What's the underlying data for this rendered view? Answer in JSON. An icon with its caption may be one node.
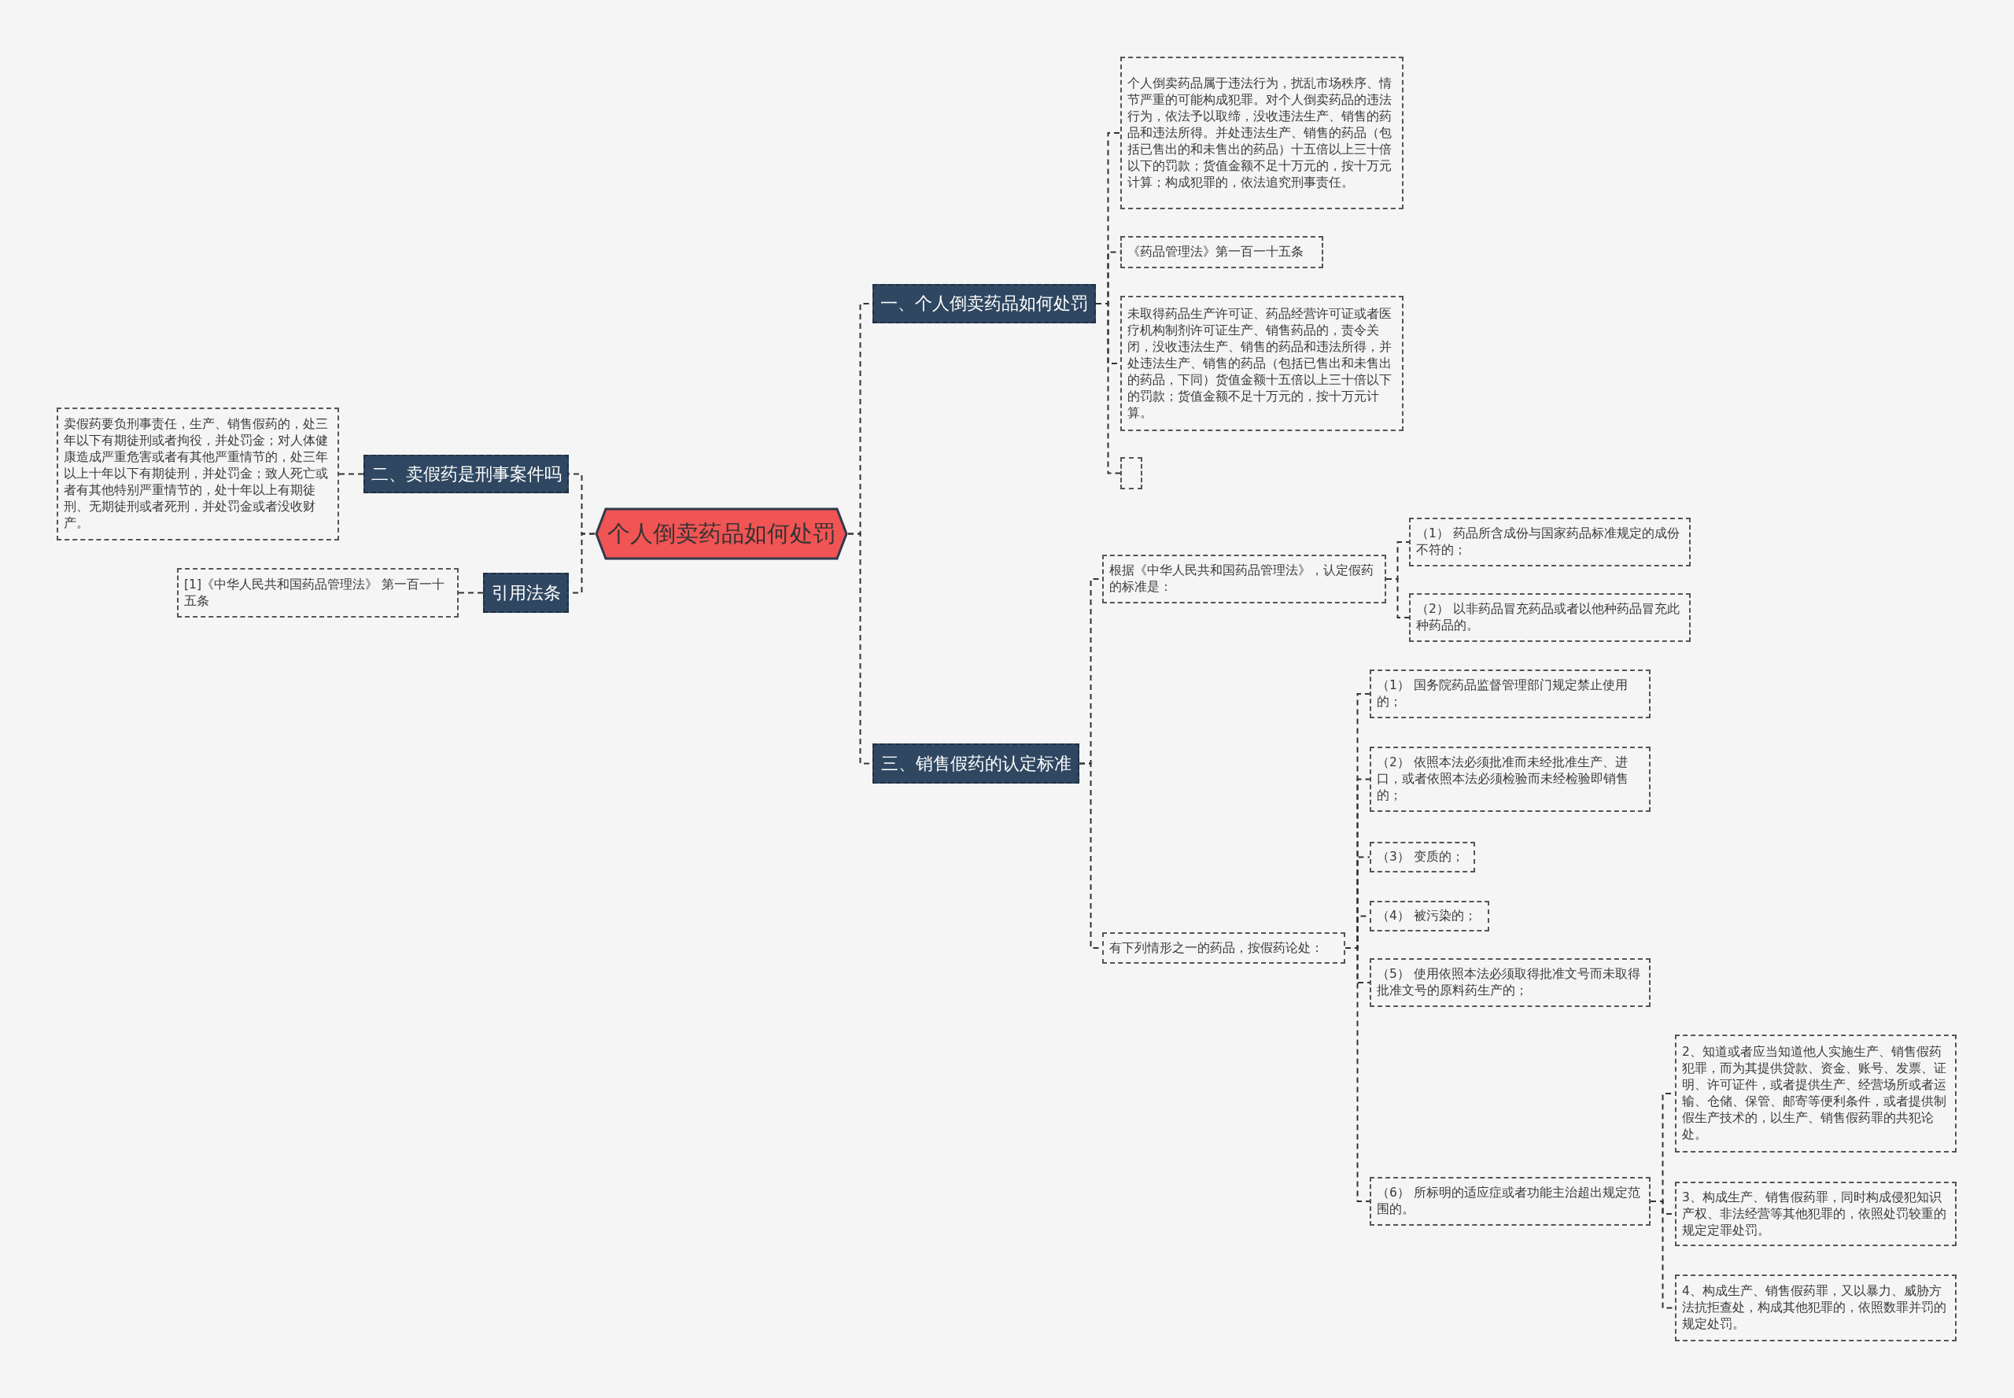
{
  "diagram": {
    "nodes": [
      {
        "text": [
          "个人倒卖药品如何处罚"
        ]
      },
      {
        "text": [
          "一、个人倒卖药品如何处罚"
        ]
      },
      {
        "text": [
          "个人倒卖药品属于违法行为，扰乱市场秩序、情节严重的可能构成犯罪。对个人倒卖药品的违法行为，依法予以取缔，没收违法生产、销售的药品和违法所得。并处违法生产、销售的药品（包括已售出的和未售出的药品）十五倍以上三十倍以下的罚款；货值金额不足十万元的，按十万元计算；构成犯罪的，依法追究刑事责任。"
        ]
      },
      {
        "text": [
          "《药品管理法》第一百一十五条"
        ]
      },
      {
        "text": [
          "未取得药品生产许可证、药品经营许可证或者医疗机构制剂许可证生产、销售药品的，责令关闭，没收违法生产、销售的药品和违法所得，并处违法生产、销售的药品（包括已售出和未售出的药品，下同）货值金额十五倍以上三十倍以下的罚款；货值金额不足十万元的，按十万元计算。"
        ]
      },
      {
        "text": [],
        "shape": "box"
      },
      {
        "text": [
          "三、销售假药的认定标准"
        ]
      },
      {
        "text": [
          "根据《中华人民共和国药品管理法》，认定假药的标准是："
        ]
      },
      {
        "text": [
          "（1） 药品所含成份与国家药品标准规定的成份不符的；"
        ]
      },
      {
        "text": [
          "（2） 以非药品冒充药品或者以他种药品冒充此种药品的。"
        ]
      },
      {
        "text": [
          "有下列情形之一的药品，按假药论处："
        ]
      },
      {
        "text": [
          "（1） 国务院药品监督管理部门规定禁止使用的；"
        ]
      },
      {
        "text": [
          "（2） 依照本法必须批准而未经批准生产、进口，或者依照本法必须检验而未经检验即销售的；"
        ]
      },
      {
        "text": [
          "（3） 变质的；"
        ]
      },
      {
        "text": [
          "（4） 被污染的；"
        ]
      },
      {
        "text": [
          "（5） 使用依照本法必须取得批准文号而未取得批准文号的原料药生产的；"
        ]
      },
      {
        "text": [
          "（6） 所标明的适应症或者功能主治超出规定范围的。"
        ]
      },
      {
        "text": [
          "2、知道或者应当知道他人实施生产、销售假药犯罪，而为其提供贷款、资金、账号、发票、证明、许可证件，或者提供生产、经营场所或者运输、仓储、保管、邮寄等便利条件，或者提供制假生产技术的，以生产、销售假药罪的共犯论处。"
        ]
      },
      {
        "text": [
          "3、构成生产、销售假药罪，同时构成侵犯知识产权、非法经营等其他犯罪的，依照处罚较重的规定定罪处罚。"
        ]
      },
      {
        "text": [
          "4、构成生产、销售假药罪，又以暴力、威胁方法抗拒查处，构成其他犯罪的，依照数罪并罚的规定处罚。"
        ]
      },
      {
        "text": [
          "二、卖假药是刑事案件吗"
        ]
      },
      {
        "text": [
          "卖假药要负刑事责任，生产、销售假药的，处三年以下有期徒刑或者拘役，并处罚金；对人体健康造成严重危害或者有其他严重情节的，处三年以上十年以下有期徒刑，并处罚金；致人死亡或者有其他特别严重情节的，处十年以上有期徒刑、无期徒刑或者死刑，并处罚金或者没收财产。"
        ]
      },
      {
        "text": [
          "引用法条"
        ]
      },
      {
        "text": [
          "[1]《中华人民共和国药品管理法》 第一百一十五条"
        ]
      }
    ],
    "edges": [
      {
        "from": 0,
        "to": 1,
        "arrow": "none"
      },
      {
        "from": 1,
        "to": 2,
        "arrow": "none"
      },
      {
        "from": 1,
        "to": 3,
        "arrow": "none"
      },
      {
        "from": 1,
        "to": 4,
        "arrow": "none"
      },
      {
        "from": 1,
        "to": 5,
        "arrow": "none"
      },
      {
        "from": 0,
        "to": 6,
        "arrow": "none"
      },
      {
        "from": 6,
        "to": 7,
        "arrow": "none"
      },
      {
        "from": 7,
        "to": 8,
        "arrow": "none"
      },
      {
        "from": 7,
        "to": 9,
        "arrow": "none"
      },
      {
        "from": 6,
        "to": 10,
        "arrow": "none"
      },
      {
        "from": 10,
        "to": 11,
        "arrow": "none"
      },
      {
        "from": 10,
        "to": 12,
        "arrow": "none"
      },
      {
        "from": 10,
        "to": 13,
        "arrow": "none"
      },
      {
        "from": 10,
        "to": 14,
        "arrow": "none"
      },
      {
        "from": 10,
        "to": 15,
        "arrow": "none"
      },
      {
        "from": 10,
        "to": 16,
        "arrow": "none"
      },
      {
        "from": 16,
        "to": 17,
        "arrow": "none"
      },
      {
        "from": 16,
        "to": 18,
        "arrow": "none"
      },
      {
        "from": 16,
        "to": 19,
        "arrow": "none"
      },
      {
        "from": 0,
        "to": 20,
        "arrow": "none"
      },
      {
        "from": 20,
        "to": 21,
        "arrow": "none"
      },
      {
        "from": 0,
        "to": 22,
        "arrow": "none"
      },
      {
        "from": 22,
        "to": 23,
        "arrow": "none"
      }
    ]
  }
}
